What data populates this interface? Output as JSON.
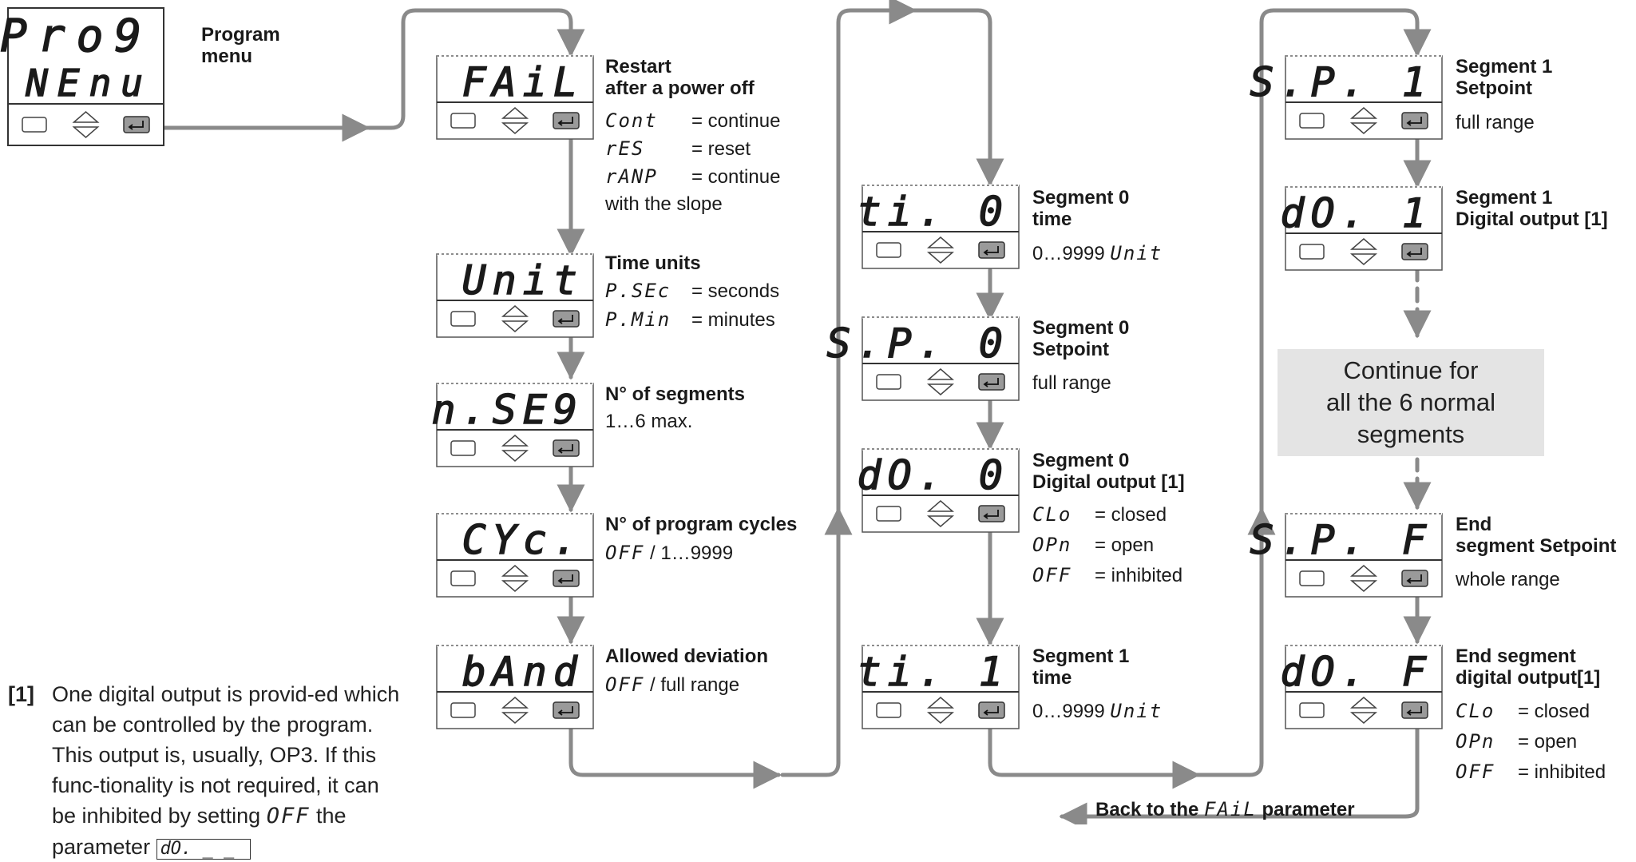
{
  "header": {
    "display": [
      "Pro9",
      "NEnu"
    ],
    "title_line1": "Program",
    "title_line2": "menu"
  },
  "fail_block": {
    "display": "FAiL",
    "title_line1": "Restart",
    "title_line2": "after a power off",
    "options": [
      {
        "code": "Cont",
        "text": "= continue"
      },
      {
        "code": "rES",
        "text": "= reset"
      },
      {
        "code": "rANP",
        "text": "= continue"
      }
    ],
    "extra": "with the slope"
  },
  "unit_block": {
    "display": "Unit",
    "title": "Time units",
    "options": [
      {
        "code": "P.SEc",
        "text": "= seconds"
      },
      {
        "code": "P.Min",
        "text": "= minutes"
      }
    ]
  },
  "nseg_block": {
    "display": "n.SE9",
    "title": "N° of segments",
    "desc": "1…6 max."
  },
  "cyc_block": {
    "display": "CYc.",
    "title": "N° of program cycles",
    "desc_code": "OFF",
    "desc_text": " / 1…9999"
  },
  "band_block": {
    "display": "bAnd",
    "title": "Allowed deviation",
    "desc_code": "OFF",
    "desc_text": " / full range"
  },
  "ti0_block": {
    "display": "ti. 0",
    "title_line1": "Segment 0",
    "title_line2": "time",
    "desc_text": "0…9999 ",
    "desc_code": "Unit"
  },
  "sp0_block": {
    "display": "S.P. 0",
    "title_line1": "Segment 0",
    "title_line2": "Setpoint",
    "desc": "full range"
  },
  "do0_block": {
    "display": "dO. 0",
    "title_line1": "Segment 0",
    "title_line2": "Digital output [1]",
    "options": [
      {
        "code": "CLo",
        "text": "= closed"
      },
      {
        "code": "OPn",
        "text": "= open"
      },
      {
        "code": "OFF",
        "text": "= inhibited"
      }
    ]
  },
  "ti1_block": {
    "display": "ti. 1",
    "title_line1": "Segment 1",
    "title_line2": "time",
    "desc_text": "0…9999 ",
    "desc_code": "Unit"
  },
  "sp1_block": {
    "display": "S.P. 1",
    "title_line1": "Segment 1",
    "title_line2": "Setpoint",
    "desc": "full range"
  },
  "do1_block": {
    "display": "dO. 1",
    "title_line1": "Segment 1",
    "title_line2": "Digital output [1]"
  },
  "continue_box": {
    "line1": "Continue for",
    "line2": "all the 6 normal",
    "line3": "segments"
  },
  "spf_block": {
    "display": "S.P. F",
    "title_line1": "End",
    "title_line2": "segment Setpoint",
    "desc": "whole range"
  },
  "dof_block": {
    "display": "dO. F",
    "title_line1": "End segment",
    "title_line2": "digital output[1]",
    "options": [
      {
        "code": "CLo",
        "text": "= closed"
      },
      {
        "code": "OPn",
        "text": "= open"
      },
      {
        "code": "OFF",
        "text": "= inhibited"
      }
    ]
  },
  "back": {
    "prefix": "Back to the ",
    "code": "FAiL",
    "suffix": " parameter"
  },
  "footnote": {
    "mark": "[1]",
    "text_before": "One digital output is provid-ed which can be controlled by the program. This output is, usually, OP3. If this func-tionality is not required, it can be inhibited by setting ",
    "code1": "OFF",
    "text_middle": " the parameter ",
    "code2": "dO. _ _"
  },
  "colors": {
    "arrow": "#8a8a8a",
    "box_fill": "#e4e4e4",
    "button_fill": "#9a9a9a"
  }
}
